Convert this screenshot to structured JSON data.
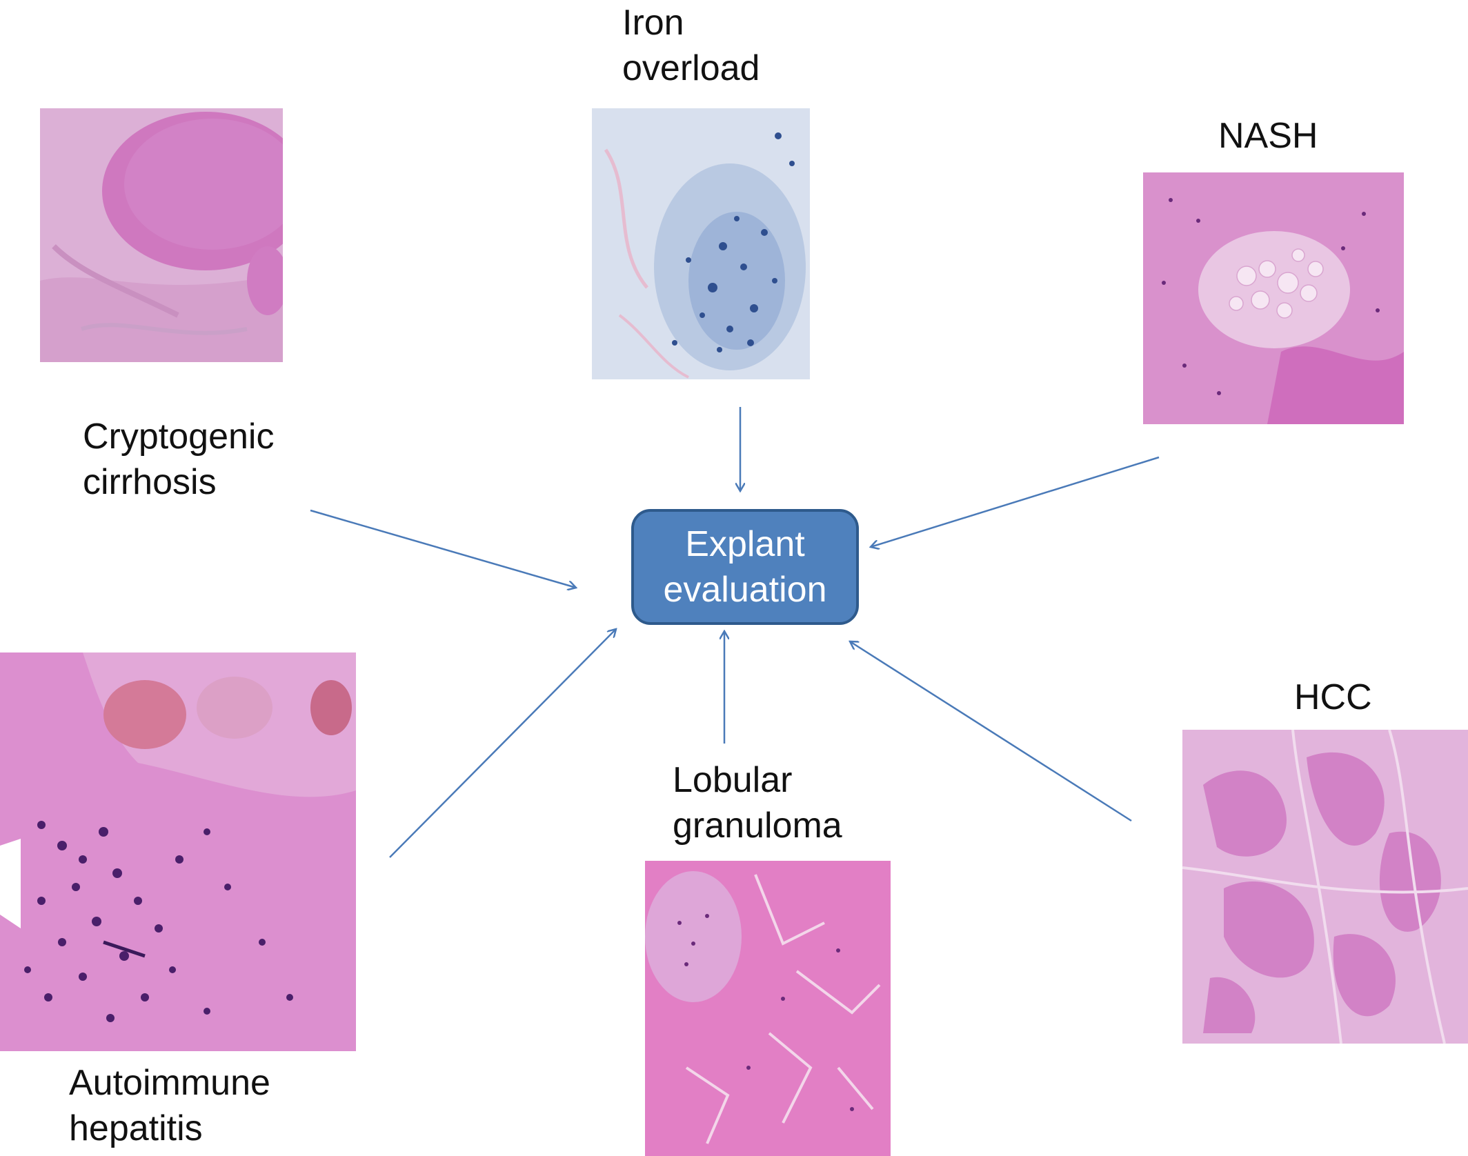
{
  "center": {
    "line1": "Explant",
    "line2": "evaluation",
    "fill": "#4f81bd",
    "text_color": "#ffffff"
  },
  "arrow_color": "#4a7ab8",
  "nodes": {
    "cryptogenic": {
      "line1": "Cryptogenic",
      "line2": "cirrhosis"
    },
    "iron": {
      "line1": "Iron",
      "line2": "overload"
    },
    "nash": {
      "line1": "NASH"
    },
    "autoimmune": {
      "line1": "Autoimmune",
      "line2": "hepatitis"
    },
    "lobular": {
      "line1": "Lobular",
      "line2": "granuloma"
    },
    "hcc": {
      "line1": "HCC"
    }
  }
}
